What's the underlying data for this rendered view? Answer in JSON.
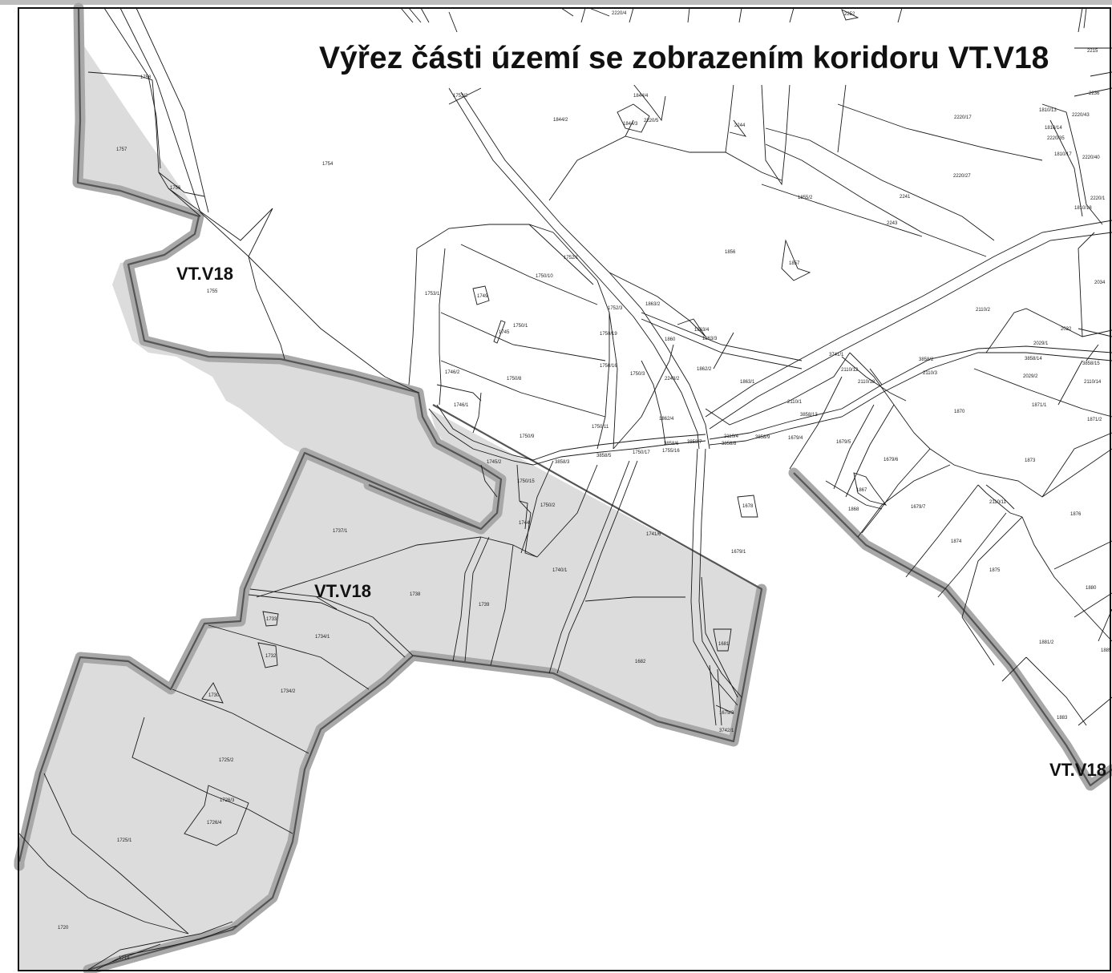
{
  "map": {
    "title": "Výřez části území se zobrazením koridoru VT.V18",
    "corridor_labels": [
      "VT.V18",
      "VT.V18",
      "VT.V18"
    ],
    "colors": {
      "corridor_fill": "#dcdcdc",
      "corridor_halo": "#a8a8a8",
      "parcel_line": "#1a1a1a",
      "frame": "#111111"
    },
    "parcels": [
      "1758",
      "1757",
      "1756",
      "1754",
      "1755",
      "1753/1",
      "1753/2",
      "1752/1",
      "1750/10",
      "1749",
      "1750/1",
      "1745",
      "1750/8",
      "1746/2",
      "1746/1",
      "1750/9",
      "1750/11",
      "1750/15",
      "1745/2",
      "1744",
      "1750/2",
      "1737/1",
      "1738",
      "1739",
      "1740/1",
      "1741/6",
      "1733",
      "1734/1",
      "1732",
      "1734/2",
      "1730",
      "1725/2",
      "1726/3",
      "1726/4",
      "1725/1",
      "1720",
      "1714",
      "1844/2",
      "1844/3",
      "1844/4",
      "2220/5",
      "2244",
      "2220/4",
      "2252",
      "2215",
      "2236",
      "2220/17",
      "1810/13",
      "2220/43",
      "1810/14",
      "2220/35",
      "1810/17",
      "2220/40",
      "2220/27",
      "2241",
      "1855/2",
      "2243",
      "2220/1",
      "1810/18",
      "1856",
      "1857",
      "2034",
      "1752/3",
      "1863/2",
      "1750/19",
      "1860",
      "1863/4",
      "1863/3",
      "1862/2",
      "1750/16",
      "1750/3",
      "2243/2",
      "1863/1",
      "1862/4",
      "2110/2",
      "2032",
      "2029/1",
      "3858/14",
      "3858/15",
      "3741/1",
      "2110/12",
      "2110/18",
      "2110/3",
      "2029/2",
      "2110/14",
      "2110/1",
      "1871/1",
      "1871/2",
      "1870",
      "3858/13",
      "3858/2",
      "3858/6",
      "3858/7",
      "3858/8",
      "2110/4",
      "3858/9",
      "1679/4",
      "1679/5",
      "1679/6",
      "1873",
      "3858/3",
      "3858/5",
      "1750/17",
      "1755/16",
      "1867",
      "1868",
      "1678",
      "1679/7",
      "2110/11",
      "1876",
      "1679/1",
      "1874",
      "1875",
      "1880",
      "1681",
      "1682",
      "1881/2",
      "1885",
      "1883",
      "1679/3",
      "3742/1"
    ]
  }
}
